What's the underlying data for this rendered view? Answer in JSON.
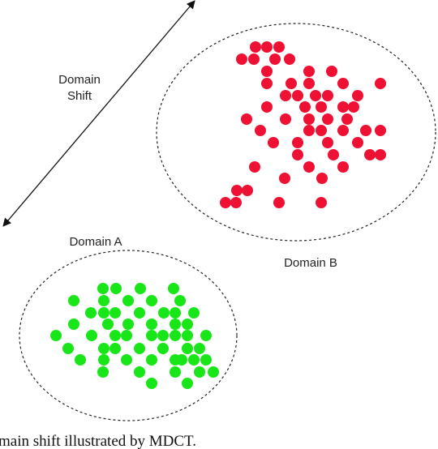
{
  "labels": {
    "shift_line1": "Domain",
    "shift_line2": "Shift",
    "domain_a": "Domain A",
    "domain_b": "Domain B",
    "caption": "main shift illustrated by MDCT."
  },
  "colors": {
    "domain_a_points": "#19e619",
    "domain_b_points": "#ee1133",
    "boundary": "#222222",
    "arrow": "#111111"
  },
  "domain_a_point_count": 53,
  "domain_b_point_count": 56
}
